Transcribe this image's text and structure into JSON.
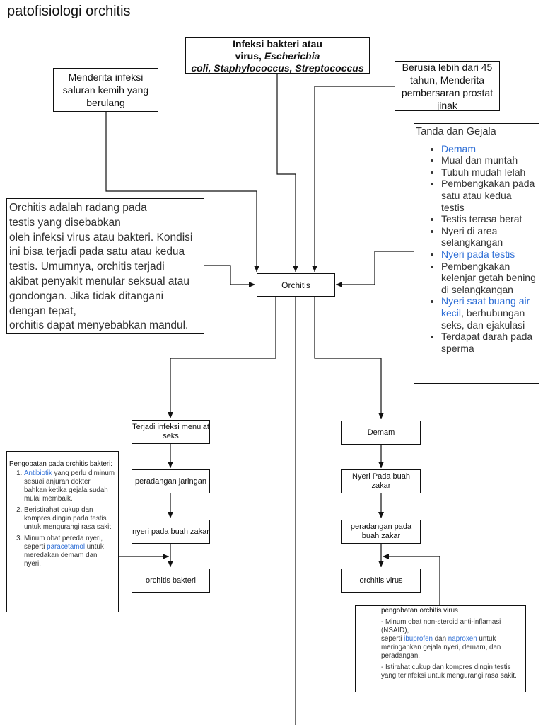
{
  "title": "patofisiologi orchitis",
  "cause_main": {
    "line1": "Infeksi bakteri atau",
    "line2_plain": "virus, ",
    "line2_italic": "Escherichia",
    "line3_italic": "coli, Staphylococcus, Streptococcus"
  },
  "cause_left": "Menderita infeksi saluran kemih yang berulang",
  "cause_right": "Berusia lebih dari 45 tahun, Menderita pembersaran prostat jinak",
  "definition": [
    "Orchitis adalah radang pada",
    "testis yang disebabkan",
    "oleh infeksi virus atau bakteri. Kondisi",
    "ini bisa terjadi pada satu atau kedua",
    "testis. Umumnya, orchitis terjadi",
    "akibat penyakit menular seksual atau",
    "gondongan. Jika tidak ditangani",
    "dengan tepat,",
    "orchitis dapat menyebabkan mandul."
  ],
  "center_node": "Orchitis",
  "symptoms": {
    "title": "Tanda dan Gejala",
    "items": [
      {
        "link": "Demam",
        "text": ""
      },
      {
        "link": "",
        "text": "Mual dan muntah"
      },
      {
        "link": "",
        "text": "Tubuh mudah lelah"
      },
      {
        "link": "",
        "text": "Pembengkakan pada satu atau kedua testis"
      },
      {
        "link": "",
        "text": "Testis terasa berat"
      },
      {
        "link": "",
        "text": "Nyeri di area selangkangan"
      },
      {
        "link": "Nyeri pada testis",
        "text": ""
      },
      {
        "link": "",
        "text": "Pembengkakan kelenjar getah bening di selangkangan"
      },
      {
        "link": "Nyeri saat buang air kecil",
        "text": ", berhubungan seks, dan ejakulasi"
      },
      {
        "link": "",
        "text": "Terdapat darah pada sperma"
      }
    ]
  },
  "left_chain": [
    "Terjadi infeksi menulat seks",
    "peradangan jaringan",
    "nyeri pada buah zakar",
    "orchitis bakteri"
  ],
  "right_chain": [
    "Demam",
    "Nyeri  Pada buah zakar",
    "peradangan pada buah zakar",
    "orchitis virus"
  ],
  "treatment_bacteria": {
    "title": "Pengobatan pada orchitis bakteri:",
    "items": [
      {
        "prefix": "",
        "link": "Antibiotik",
        "text": " yang perlu diminum sesuai anjuran dokter, bahkan ketika gejala sudah mulai membaik."
      },
      {
        "prefix": "",
        "link": "",
        "text": "Beristirahat cukup dan kompres dingin pada testis untuk mengurangi rasa sakit."
      },
      {
        "prefix": "Minum obat pereda nyeri, seperti ",
        "link": "paracetamol",
        "text": " untuk meredakan demam dan nyeri."
      }
    ]
  },
  "treatment_virus": {
    "title": "pengobatan orchitis virus",
    "p1": "- Minum obat non-steroid anti-inflamasi (NSAID),",
    "p2_prefix": "seperti ",
    "link1": "ibuprofen",
    "p2_mid": " dan ",
    "link2": "naproxen",
    "p2_suffix": " untuk meringankan gejala nyeri, demam, dan peradangan.",
    "p3": "- Istirahat cukup dan kompres dingin testis yang terinfeksi untuk mengurangi rasa sakit."
  },
  "colors": {
    "link": "#2f6fd6",
    "line": "#111111",
    "text": "#333333"
  }
}
